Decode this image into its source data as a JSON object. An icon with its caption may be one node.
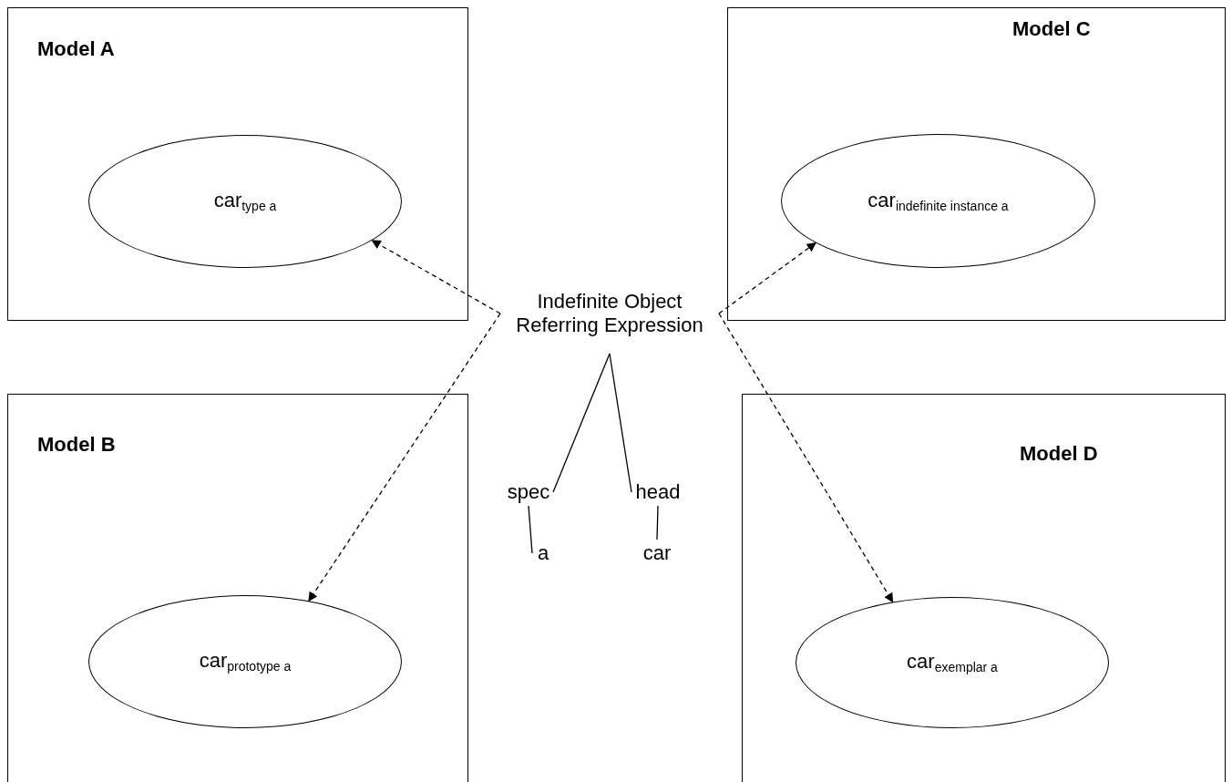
{
  "diagram": {
    "nodes": [
      {
        "text": [
          "Model A"
        ]
      },
      {
        "text": [
          "car$_{type a}$"
        ],
        "in": 0
      },
      {
        "text": [
          "Model C"
        ]
      },
      {
        "text": [
          "car$_{indefinite instance a}$"
        ],
        "in": 2
      },
      {
        "text": [
          "Indefinite Object Referring Expression"
        ]
      },
      {
        "text": [
          "spec"
        ]
      },
      {
        "text": [
          "head"
        ]
      },
      {
        "text": [
          "a"
        ]
      },
      {
        "text": [
          "car"
        ]
      },
      {
        "text": [
          "Model B"
        ]
      },
      {
        "text": [
          "car$_{prototype a}$"
        ],
        "in": 9
      },
      {
        "text": [
          "Model D"
        ]
      },
      {
        "text": [
          "car$_{exemplar a}$"
        ],
        "in": 11
      }
    ],
    "edges": [
      {
        "from": 4,
        "to": 1,
        "arrow": "to",
        "style": "dashed"
      },
      {
        "from": 4,
        "to": 3,
        "arrow": "to",
        "style": "dashed"
      },
      {
        "from": 4,
        "to": 10,
        "arrow": "to",
        "style": "dashed"
      },
      {
        "from": 4,
        "to": 12,
        "arrow": "to",
        "style": "dashed"
      },
      {
        "from": 4,
        "to": 5,
        "arrow": "none"
      },
      {
        "from": 4,
        "to": 6,
        "arrow": "none"
      },
      {
        "from": 5,
        "to": 7,
        "arrow": "none"
      },
      {
        "from": 6,
        "to": 8,
        "arrow": "none"
      }
    ]
  }
}
